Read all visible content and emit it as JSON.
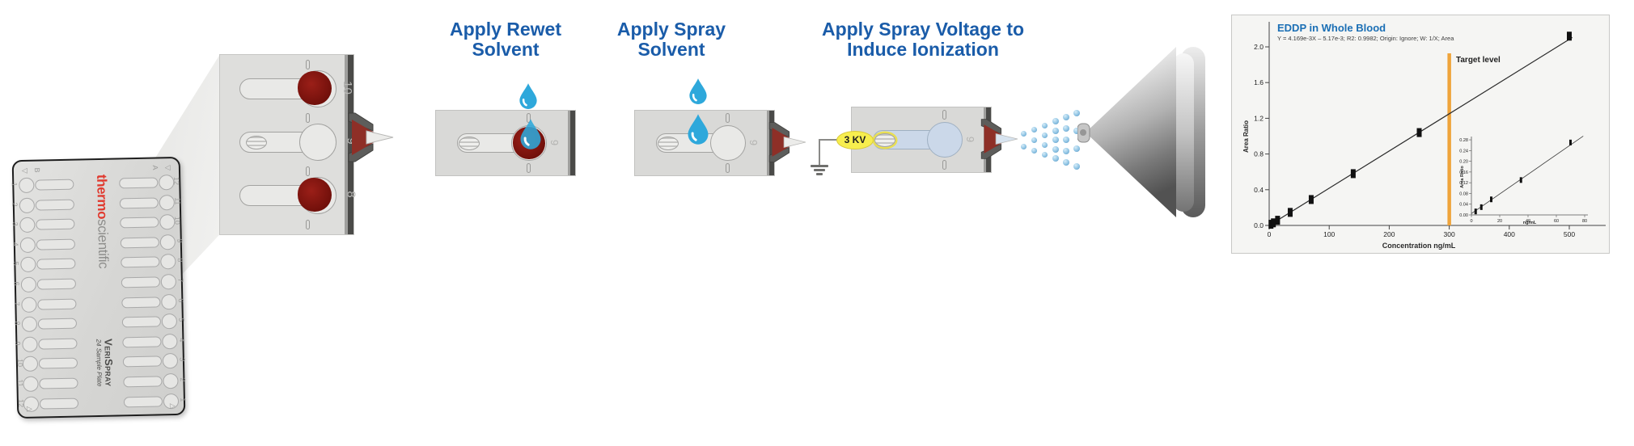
{
  "colors": {
    "title_blue": "#1a5ca9",
    "chart_title_blue": "#1b6fb5",
    "droplet_blue": "#2ea8db",
    "blood_red": "#7d130e",
    "target_orange": "#efa43b",
    "voltage_yellow": "#f7ee4e"
  },
  "plate": {
    "brand_thermo": "thermo",
    "brand_scientific": "scientific",
    "product": "VeriSpray",
    "subtitle": "24 Sample Plate",
    "left_numbers": [
      "1",
      "2",
      "3",
      "4",
      "5",
      "6",
      "7",
      "8",
      "9",
      "10",
      "11",
      "12"
    ],
    "right_numbers": [
      "12",
      "11",
      "10",
      "9",
      "8",
      "7",
      "6",
      "5",
      "4",
      "3",
      "2",
      "1"
    ],
    "corner_letters": {
      "left": "B",
      "right": "A"
    },
    "corner_marks": {
      "top": "▽",
      "bottom": "△"
    }
  },
  "inset": {
    "wells": [
      {
        "number": "10",
        "blood": true
      },
      {
        "number": "9",
        "blood": false
      },
      {
        "number": "8",
        "blood": true
      }
    ]
  },
  "steps": [
    {
      "title_line1": "Apply Rewet",
      "title_line2": "Solvent",
      "well_number": "9"
    },
    {
      "title_line1": "Apply Spray",
      "title_line2": "Solvent",
      "well_number": "9"
    },
    {
      "title_line1": "Apply Spray Voltage to",
      "title_line2": "Induce Ionization",
      "well_number": "9",
      "voltage_label": "3 KV"
    }
  ],
  "chart_data": {
    "type": "scatter",
    "title": "EDDP in Whole Blood",
    "equation": "Y = 4.169e-3X – 5.17e-3; R2: 0.9982; Origin: Ignore; W: 1/X; Area",
    "xlabel": "Concentration ng/mL",
    "ylabel": "Area Ratio",
    "xlim": [
      0,
      560
    ],
    "ylim": [
      0,
      2.0
    ],
    "x_ticks": [
      0,
      100,
      200,
      300,
      400,
      500
    ],
    "y_ticks": [
      0.0,
      0.4,
      0.8,
      1.2,
      1.6,
      2.0
    ],
    "points": {
      "x": [
        3,
        7,
        14,
        35,
        70,
        140,
        250,
        500
      ],
      "y": [
        0.013,
        0.029,
        0.058,
        0.146,
        0.29,
        0.58,
        1.04,
        2.12
      ]
    },
    "fit_line": {
      "x": [
        0,
        505
      ],
      "y": [
        0.0,
        2.105
      ]
    },
    "target_level": {
      "x": 300,
      "label": "Target level"
    },
    "inset": {
      "xlabel": "ng/mL",
      "ylabel": "Area Ratio",
      "x_ticks": [
        0,
        20,
        40,
        60,
        80
      ],
      "y_ticks": [
        0.0,
        0.04,
        0.08,
        0.12,
        0.16,
        0.2,
        0.24,
        0.28
      ],
      "points": {
        "x": [
          3,
          7,
          14,
          35,
          70
        ],
        "y": [
          0.013,
          0.029,
          0.058,
          0.13,
          0.27
        ]
      },
      "fit_line": {
        "x": [
          0,
          79
        ],
        "y": [
          0.005,
          0.294
        ]
      }
    }
  }
}
